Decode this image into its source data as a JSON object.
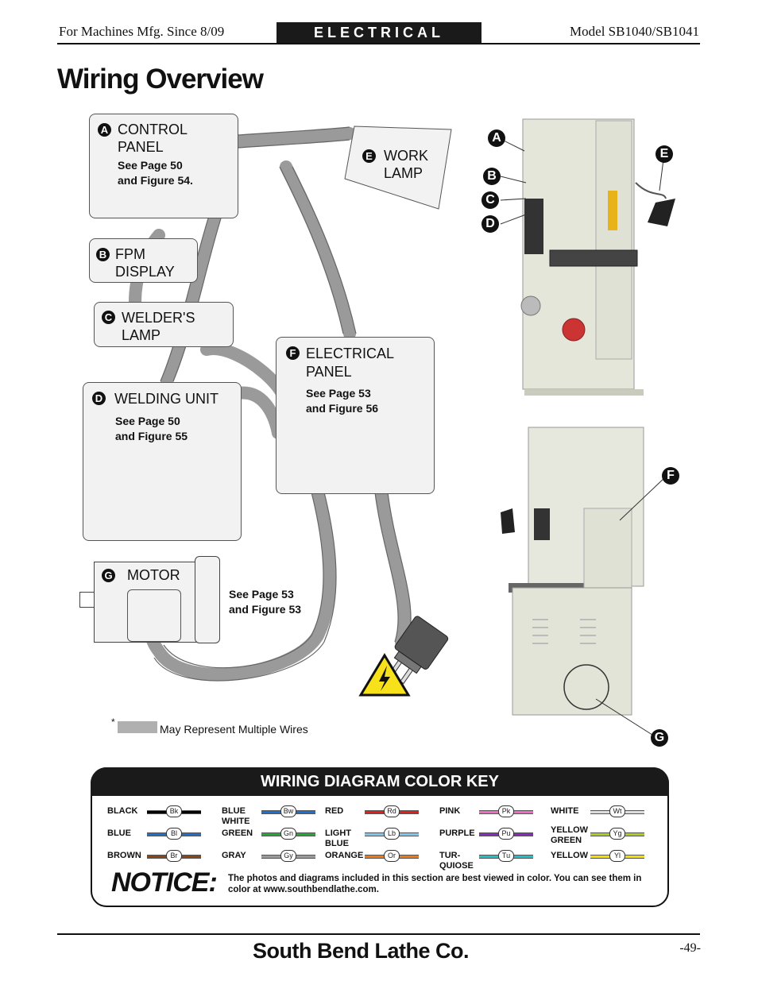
{
  "header": {
    "left": "For Machines Mfg. Since 8/09",
    "section": "ELECTRICAL",
    "right": "Model SB1040/SB1041"
  },
  "title": "Wiring Overview",
  "components": {
    "a": {
      "badge": "A",
      "line1": "CONTROL",
      "line2": "PANEL",
      "ref1": "See Page 50",
      "ref2": "and Figure 54."
    },
    "b": {
      "badge": "B",
      "line1": "FPM",
      "line2": "DISPLAY"
    },
    "c": {
      "badge": "C",
      "line1": "WELDER'S",
      "line2": "LAMP"
    },
    "d": {
      "badge": "D",
      "line1": "WELDING UNIT",
      "ref1": "See Page 50",
      "ref2": "and Figure 55"
    },
    "e": {
      "badge": "E",
      "line1": "WORK",
      "line2": "LAMP"
    },
    "f": {
      "badge": "F",
      "line1": "ELECTRICAL",
      "line2": "PANEL",
      "ref1": "See Page 53",
      "ref2": "and Figure 56"
    },
    "g": {
      "badge": "G",
      "line1": "MOTOR",
      "ref1": "See Page 53",
      "ref2": "and Figure 53"
    }
  },
  "wire_note": {
    "asterisk": "*",
    "text": "May Represent Multiple Wires"
  },
  "photo_labels": [
    "A",
    "B",
    "C",
    "D",
    "E",
    "F",
    "G"
  ],
  "color_key": {
    "title": "WIRING DIAGRAM COLOR KEY",
    "columns": [
      [
        {
          "name": "BLACK",
          "abbr": "Bk",
          "color": "#000000"
        },
        {
          "name": "BLUE",
          "abbr": "Bl",
          "color": "#1f6fd1"
        },
        {
          "name": "BROWN",
          "abbr": "Br",
          "color": "#8b4513"
        }
      ],
      [
        {
          "name": "BLUE WHITE",
          "abbr": "Bw",
          "color": "#1f6fd1"
        },
        {
          "name": "GREEN",
          "abbr": "Gn",
          "color": "#22aa33"
        },
        {
          "name": "GRAY",
          "abbr": "Gy",
          "color": "#9a9a9a"
        }
      ],
      [
        {
          "name": "RED",
          "abbr": "Rd",
          "color": "#e0201c"
        },
        {
          "name": "LIGHT BLUE",
          "abbr": "Lb",
          "color": "#7fc6f0"
        },
        {
          "name": "ORANGE",
          "abbr": "Or",
          "color": "#f07a10"
        }
      ],
      [
        {
          "name": "PINK",
          "abbr": "Pk",
          "color": "#f06cc0"
        },
        {
          "name": "PURPLE",
          "abbr": "Pu",
          "color": "#8a2bbf"
        },
        {
          "name": "TUR-QUIOSE",
          "abbr": "Tu",
          "color": "#20c0c8"
        }
      ],
      [
        {
          "name": "WHITE",
          "abbr": "Wt",
          "color": "#dddddd"
        },
        {
          "name": "YELLOW GREEN",
          "abbr": "Yg",
          "color": "#a8d020"
        },
        {
          "name": "YELLOW",
          "abbr": "Yl",
          "color": "#f5e000"
        }
      ]
    ]
  },
  "notice": {
    "word": "NOTICE:",
    "text": "The photos and diagrams included in this section are best viewed in color. You can see them in color at www.southbendlathe.com."
  },
  "footer": {
    "brand": "South Bend Lathe Co.",
    "page": "-49-"
  }
}
